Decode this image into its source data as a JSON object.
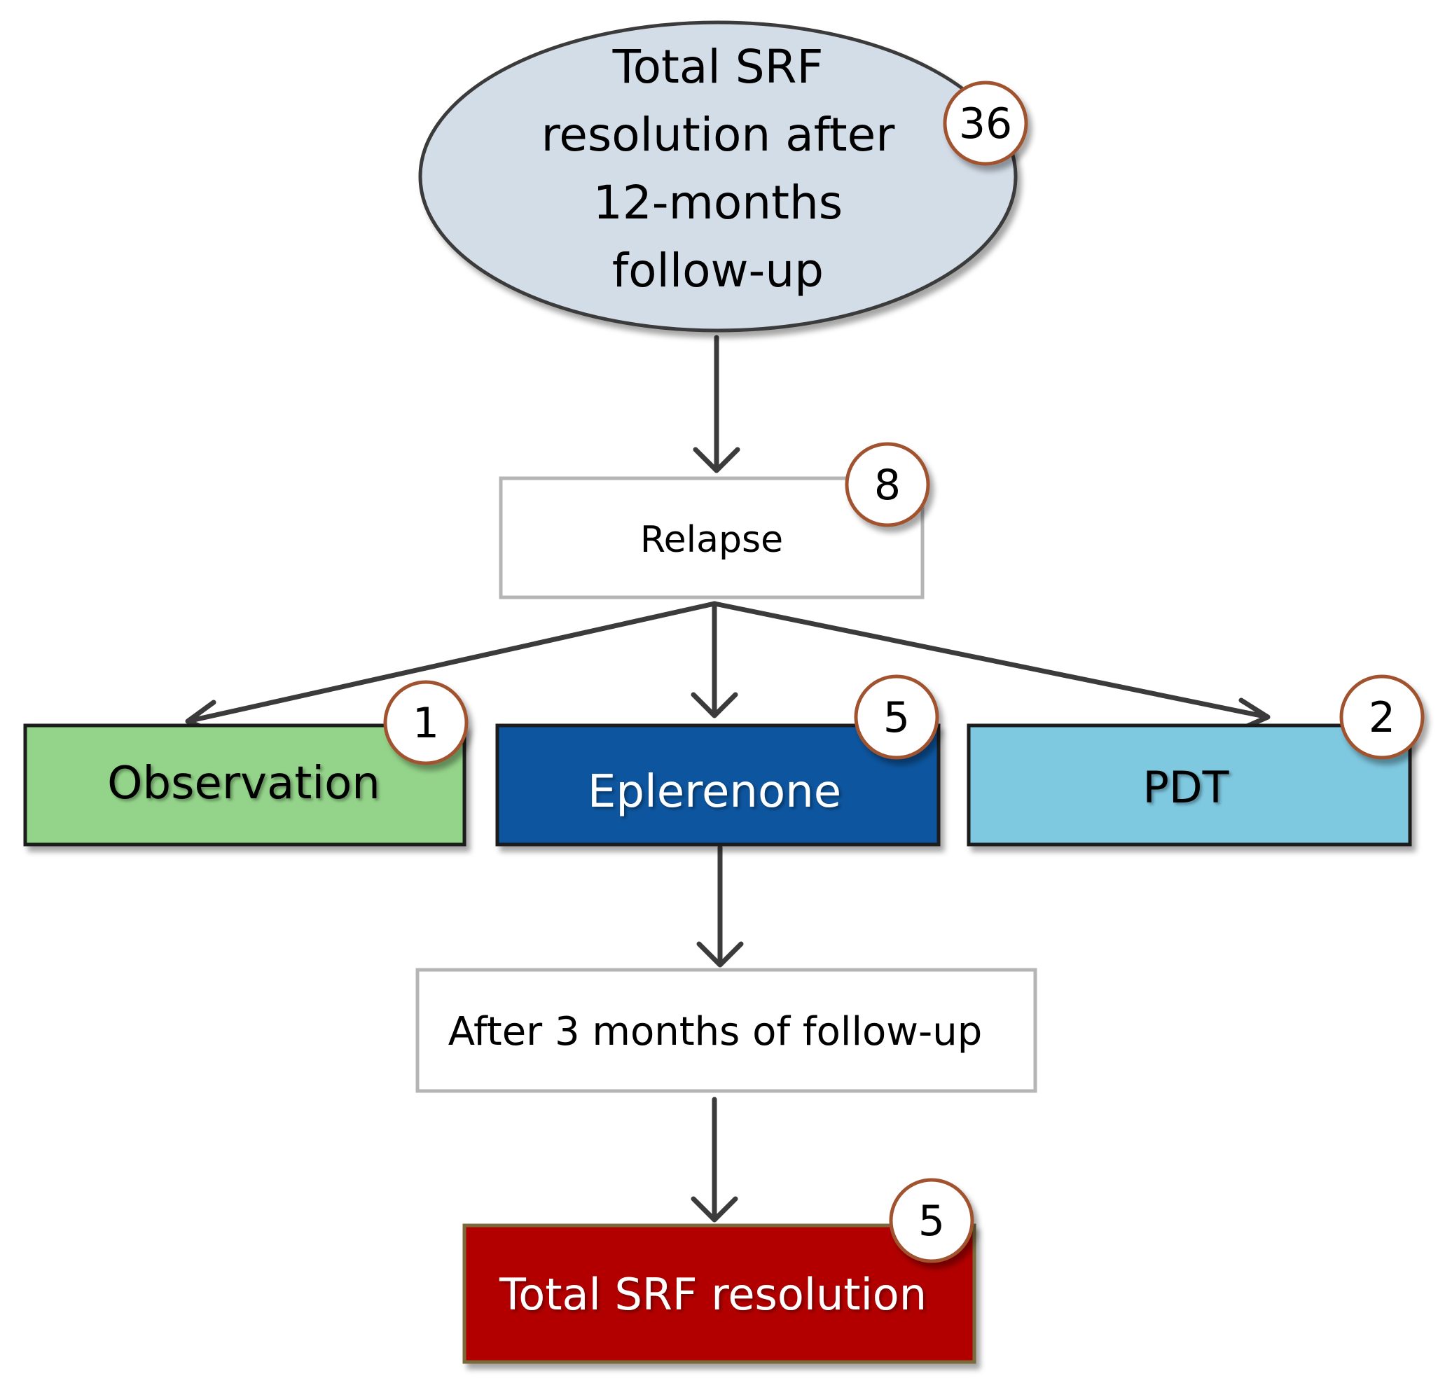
{
  "nodes": {
    "start": {
      "lines": [
        "Total SRF",
        "resolution after",
        "12-months",
        "follow-up"
      ],
      "count": "36"
    },
    "relapse": {
      "label": "Relapse",
      "count": "8"
    },
    "observation": {
      "label": "Observation",
      "count": "1"
    },
    "eplerenone": {
      "label": "Eplerenone",
      "count": "5"
    },
    "pdt": {
      "label": "PDT",
      "count": "2"
    },
    "followup": {
      "label": "After 3 months of follow-up"
    },
    "resolution": {
      "label": "Total SRF resolution",
      "count": "5"
    }
  },
  "colors": {
    "ellipse_fill": "#d3dde8",
    "ellipse_stroke": "#3a3a3a",
    "observation_fill": "#94d48a",
    "eplerenone_fill": "#0a559e",
    "pdt_fill": "#7ec8e0",
    "resolution_fill": "#b20000",
    "badge_stroke": "#a0522d",
    "arrow": "#3b3b3b"
  }
}
